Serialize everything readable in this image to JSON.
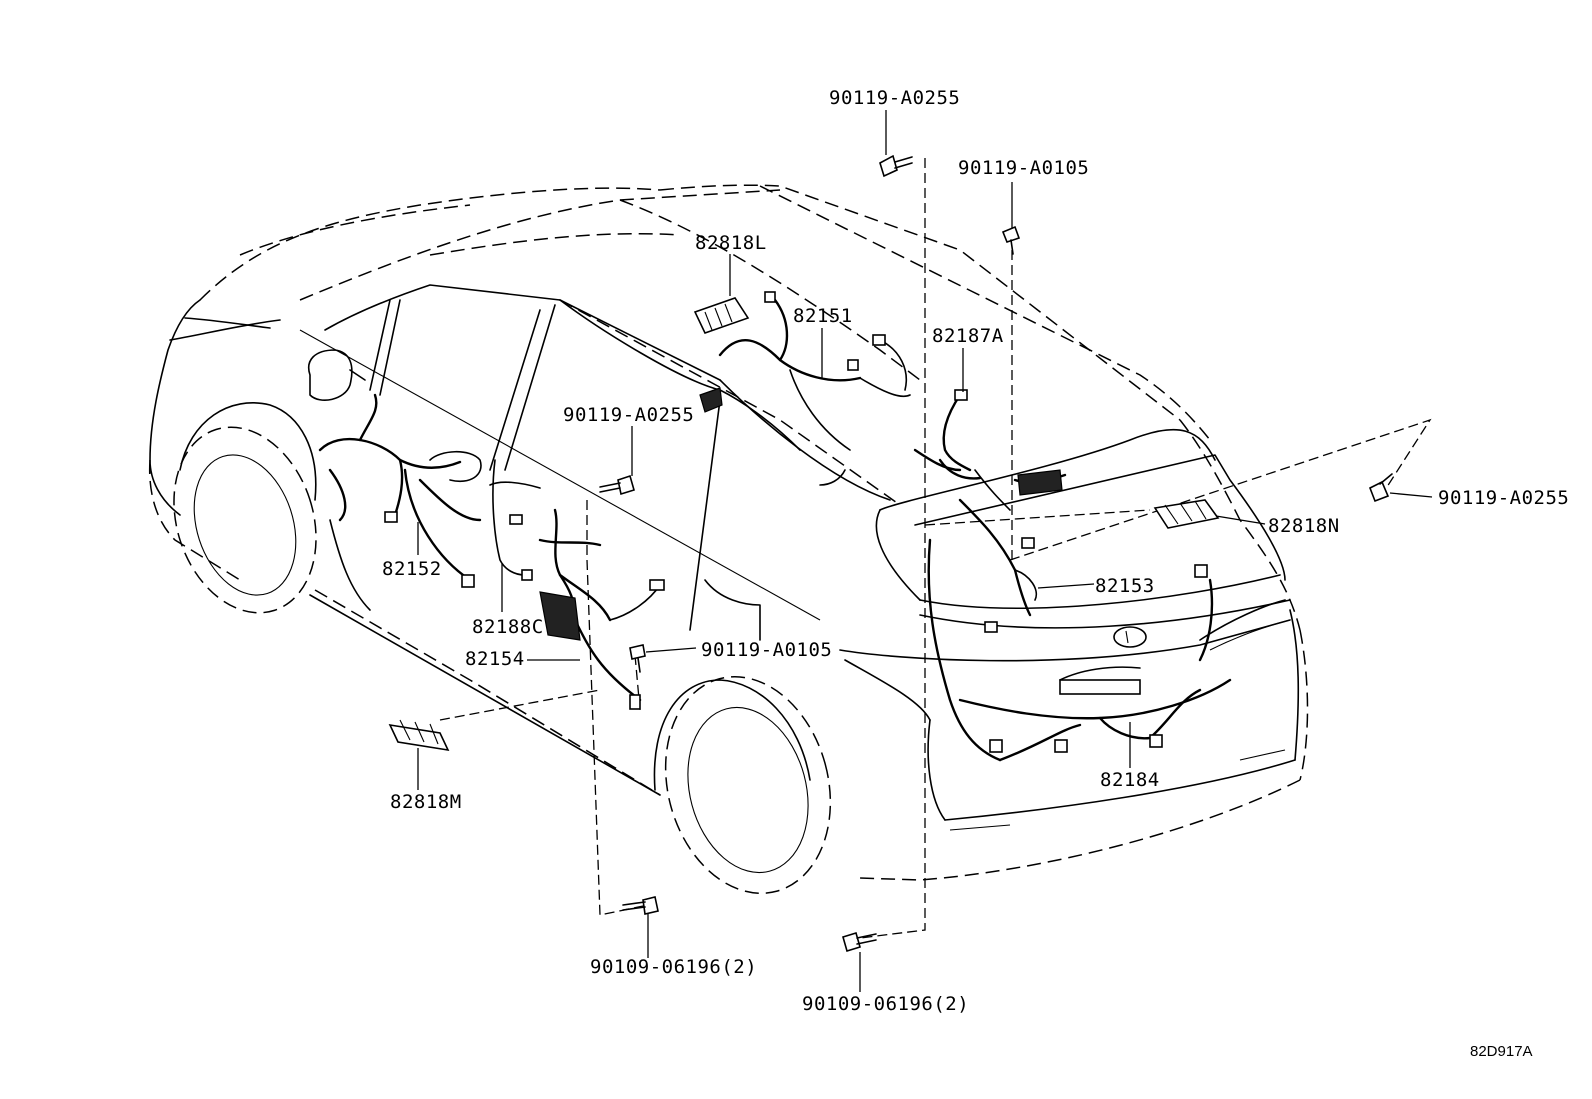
{
  "diagram_id": "82D917A",
  "parts": {
    "harness_roof": "82151",
    "harness_front_door": "82152",
    "harness_back_door_upper": "82153",
    "harness_rear_floor": "82154",
    "harness_rear_end": "82184",
    "harness_roof_rear": "82187A",
    "harness_slide_door": "82188C",
    "protector_l": "82818L",
    "protector_m": "82818M",
    "protector_n": "82818N",
    "bolt_top_left": "90119-A0255",
    "bolt_top_right": "90119-A0105",
    "bolt_mid": "90119-A0255",
    "bolt_right": "90119-A0255",
    "bolt_lower": "90119-A0105",
    "bolt_bottom_left": "90109-06196(2)",
    "bolt_bottom_right": "90109-06196(2)"
  }
}
